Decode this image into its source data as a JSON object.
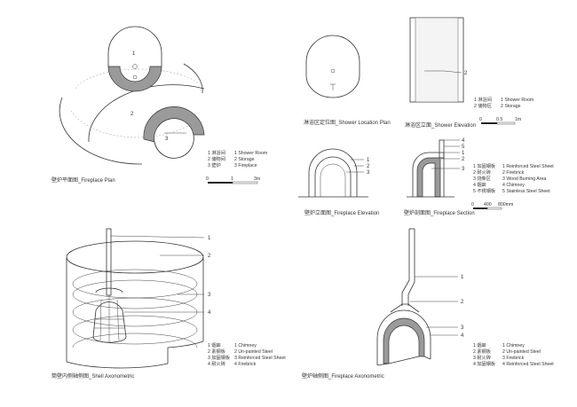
{
  "colors": {
    "line": "#333333",
    "fill_gray": "#9a9a9a",
    "background": "#ffffff"
  },
  "fireplace_plan": {
    "title": "壁炉平面图_Fireplace Plan",
    "callouts": [
      "1",
      "2",
      "3"
    ],
    "legend": [
      {
        "cn": "1 淋浴间",
        "en": "1 Shower Room"
      },
      {
        "cn": "2 储物间",
        "en": "2 Storage"
      },
      {
        "cn": "3 壁炉",
        "en": "3 Fireplace"
      }
    ],
    "scale": {
      "zero": "0",
      "one": "1",
      "max": "3m"
    }
  },
  "shower_location": {
    "title": "淋浴区定位图_Shower Location Plan"
  },
  "shower_elevation": {
    "title": "淋浴区立面_Shower Elevation",
    "callouts": [
      "2"
    ],
    "legend": [
      {
        "cn": "1 淋浴间",
        "en": "1 Shower Room"
      },
      {
        "cn": "2 储物区",
        "en": "2 Storage"
      }
    ],
    "scale": {
      "zero": "0",
      "mid": "0.5",
      "max": "1m"
    }
  },
  "fireplace_elevation": {
    "title": "壁炉立面图_Fireplace Elevation",
    "callouts": [
      "1",
      "2",
      "3"
    ]
  },
  "fireplace_section": {
    "title": "壁炉剖面图_Fireplace Section",
    "callouts": [
      "4",
      "5",
      "1",
      "2",
      "3"
    ],
    "legend": [
      {
        "cn": "1 加固钢板",
        "en": "1 Reinforced Steel Sheet"
      },
      {
        "cn": "2 耐火砖",
        "en": "2 Firebrick"
      },
      {
        "cn": "3 烧柴区",
        "en": "3 Wood Burning Area"
      },
      {
        "cn": "4 烟囱",
        "en": "4 Chimney"
      },
      {
        "cn": "5 不锈钢板",
        "en": "5 Stainless Steel Sheet"
      }
    ],
    "scale": {
      "zero": "0",
      "mid": "400",
      "max": "800mm"
    }
  },
  "shell_axonometric": {
    "title": "筒壁内侧轴侧图_Shell Axonometric",
    "callouts": [
      "1",
      "2",
      "3",
      "4"
    ],
    "legend": [
      {
        "cn": "1 烟囱",
        "en": "1 Chimney"
      },
      {
        "cn": "2 素钢板",
        "en": "2 Un-painted Steel"
      },
      {
        "cn": "3 加固钢板",
        "en": "3 Reinforced Steel Sheet"
      },
      {
        "cn": "4 耐火砖",
        "en": "4 Firebrick"
      }
    ]
  },
  "fireplace_axonometric": {
    "title": "壁炉轴侧图_Fireplace Axonometric",
    "callouts": [
      "1",
      "2",
      "3",
      "4"
    ],
    "legend": [
      {
        "cn": "1 烟囱",
        "en": "1 Chimney"
      },
      {
        "cn": "2 素钢板",
        "en": "2 Un-painted Steel"
      },
      {
        "cn": "3 耐火砖",
        "en": "3 Firebrick"
      },
      {
        "cn": "4 加固钢板",
        "en": "4 Reinforced Steel Sheet"
      }
    ]
  }
}
